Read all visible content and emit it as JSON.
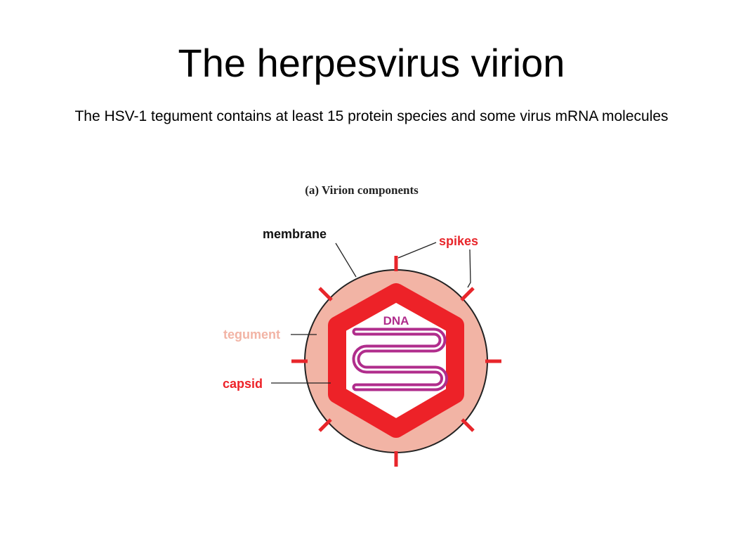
{
  "slide": {
    "title": "The herpesvirus virion",
    "subtitle": "The HSV-1 tegument contains at least 15 protein species and some virus mRNA molecules"
  },
  "figure": {
    "caption": "(a) Virion components",
    "labels": {
      "membrane": "membrane",
      "spikes": "spikes",
      "tegument": "tegument",
      "capsid": "capsid",
      "dna": "DNA"
    },
    "colors": {
      "spikes": "#e8262b",
      "capsid": "#ed2228",
      "tegument": "#f2b4a5",
      "dna": "#b02d8c",
      "membrane": "#222222",
      "text": "#111111"
    }
  }
}
